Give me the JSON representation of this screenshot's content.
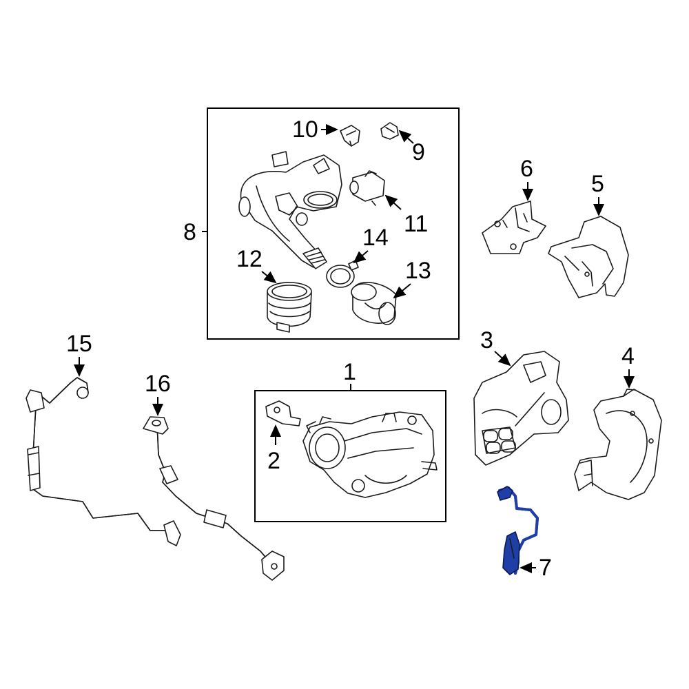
{
  "colors": {
    "line": "#1a1a1a",
    "highlight_part": "#1f3fa6",
    "highlight_outline": "#0b1a55",
    "background": "#ffffff"
  },
  "callouts": {
    "c1": "1",
    "c2": "2",
    "c3": "3",
    "c4": "4",
    "c5": "5",
    "c6": "6",
    "c7": "7",
    "c8": "8",
    "c9": "9",
    "c10": "10",
    "c11": "11",
    "c12": "12",
    "c13": "13",
    "c14": "14",
    "c15": "15",
    "c16": "16"
  },
  "highlighted_part": "7"
}
